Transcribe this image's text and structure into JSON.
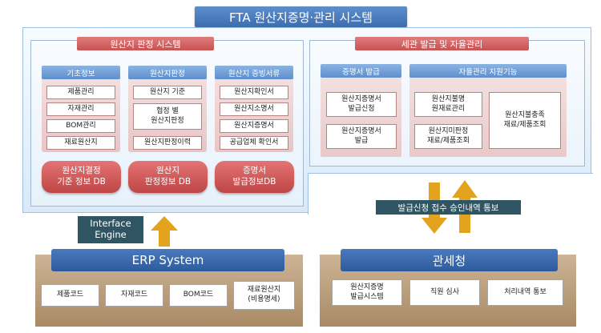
{
  "title": "FTA 원산지증명·관리 시스템",
  "left_section": {
    "title": "원산지 판정 시스템",
    "columns": [
      {
        "header": "기초정보",
        "items": [
          "제품관리",
          "자재관리",
          "BOM관리",
          "재료원산지"
        ]
      },
      {
        "header": "원산지판정",
        "items": [
          "원산지 기준",
          "협정 별\n원산지판정",
          "원산지판정이력"
        ]
      },
      {
        "header": "원산지 증빙서류",
        "items": [
          "원산지확인서",
          "원산지소명서",
          "원산지증명서",
          "공급업체 확인서"
        ]
      }
    ],
    "databases": [
      "원산지결정\n기준 정보 DB",
      "원산지\n판정정보 DB",
      "증명서\n발급정보DB"
    ]
  },
  "right_section": {
    "title": "세관 발급 및 자율관리",
    "cert_column": {
      "header": "증명서 발급",
      "items": [
        "원산지증명서\n발급신청",
        "원산지증명서\n발급"
      ]
    },
    "self_column": {
      "header": "자율관리 지원기능",
      "items": [
        "원산지불명\n원재료관리",
        "원산지미판정\n재료/제품조회",
        "원산지불충족\n재료/제품조회"
      ]
    }
  },
  "interface_label": "Interface\nEngine",
  "notice_label": "발급신청 접수 승인내역 통보",
  "erp": {
    "title": "ERP System",
    "items": [
      "제품코드",
      "자재코드",
      "BOM코드",
      "재료원산지\n(비용명세)"
    ]
  },
  "customs": {
    "title": "관세청",
    "items": [
      "원산지증명\n발급시스템",
      "직원 심사",
      "처리내역 통보"
    ]
  }
}
